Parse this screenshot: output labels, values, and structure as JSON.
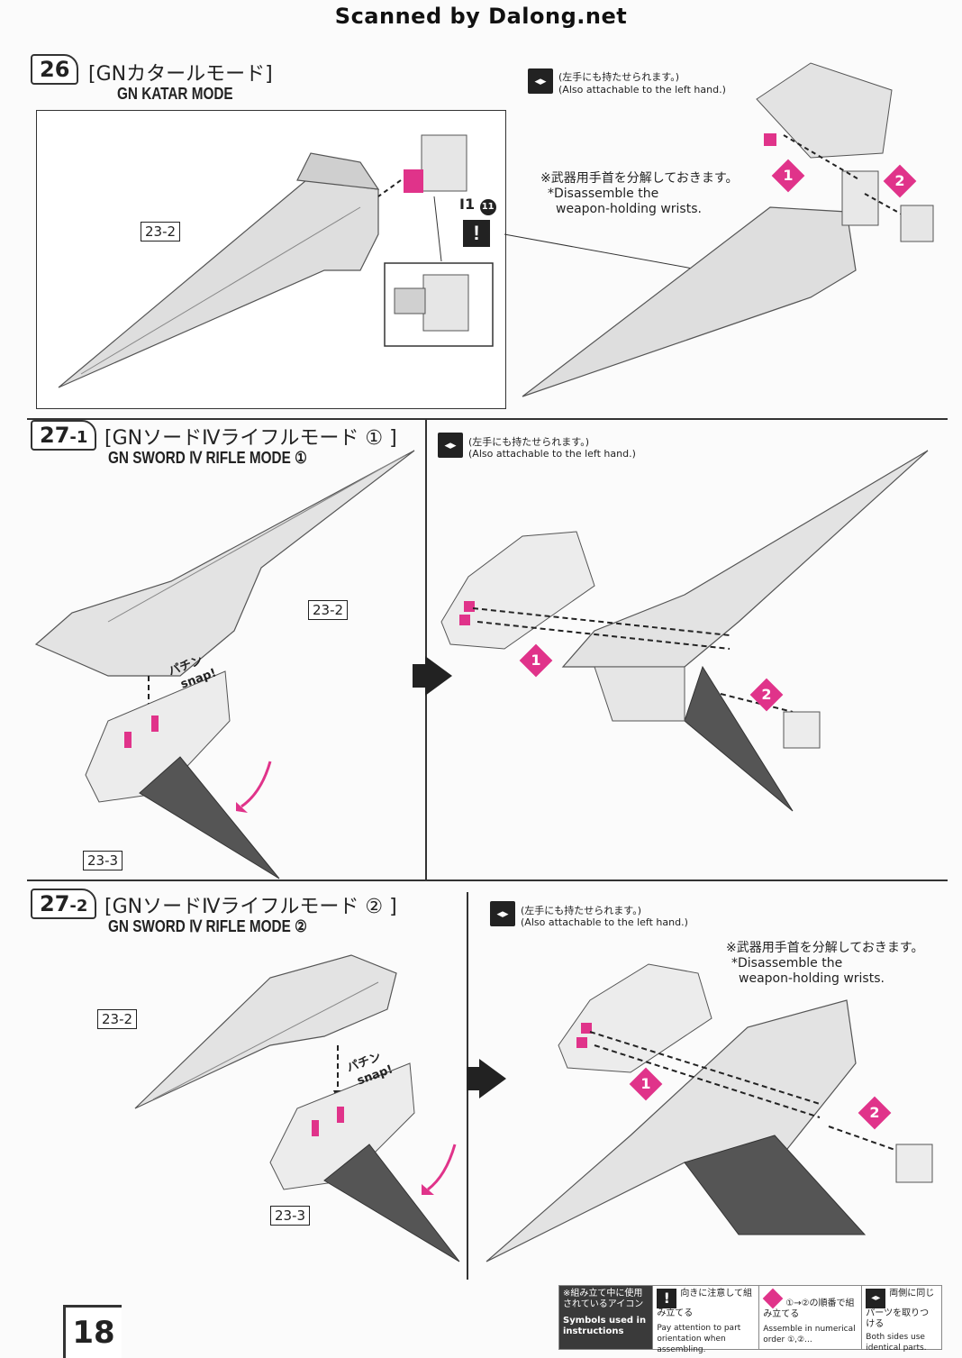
{
  "watermark": "Scanned by Dalong.net",
  "step26": {
    "num": "26",
    "jp": "[GNカタールモード]",
    "en": "GN KATAR MODE",
    "lr_note_jp": "(左手にも持たせられます。)",
    "lr_note_en": "(Also attachable to the left hand.)",
    "disassemble_jp": "※武器用手首を分解しておきます。",
    "disassemble_en1": "*Disassemble the",
    "disassemble_en2": "weapon-holding wrists.",
    "part_label": "23-2",
    "caution_ref": "I1",
    "caution_num": "11",
    "badge1": "1",
    "badge2": "2"
  },
  "step27_1": {
    "num": "27",
    "sub": "-1",
    "jp": "[GNソードⅣライフルモード ① ]",
    "en": "GN SWORD Ⅳ RIFLE MODE ①",
    "lr_note_jp": "(左手にも持たせられます。)",
    "lr_note_en": "(Also attachable to the left hand.)",
    "part_label_a": "23-2",
    "part_label_b": "23-3",
    "snap_jp": "パチン",
    "snap_en": "snap!",
    "badge1": "1",
    "badge2": "2"
  },
  "step27_2": {
    "num": "27",
    "sub": "-2",
    "jp": "[GNソードⅣライフルモード ② ]",
    "en": "GN SWORD Ⅳ RIFLE MODE ②",
    "lr_note_jp": "(左手にも持たせられます。)",
    "lr_note_en": "(Also attachable to the left hand.)",
    "disassemble_jp": "※武器用手首を分解しておきます。",
    "disassemble_en1": "*Disassemble the",
    "disassemble_en2": "weapon-holding wrists.",
    "part_label_a": "23-2",
    "part_label_b": "23-3",
    "snap_jp": "パチン",
    "snap_en": "snap!",
    "badge1": "1",
    "badge2": "2"
  },
  "legend": {
    "head_jp": "※組み立て中に使用されているアイコン",
    "head_en": "Symbols used in instructions",
    "c1_jp": "向きに注意して組み立てる",
    "c1_en": "Pay attention to part orientation when assembling.",
    "c2_jp": "①→②の順番で組み立てる",
    "c2_en": "Assemble in numerical order ①,②...",
    "c3_jp": "両側に同じパーツを取りつける",
    "c3_en": "Both sides use identical parts."
  },
  "page_number": "18",
  "colors": {
    "accent": "#e0338a",
    "ink": "#222222",
    "part_fill": "#d9d9d9"
  }
}
